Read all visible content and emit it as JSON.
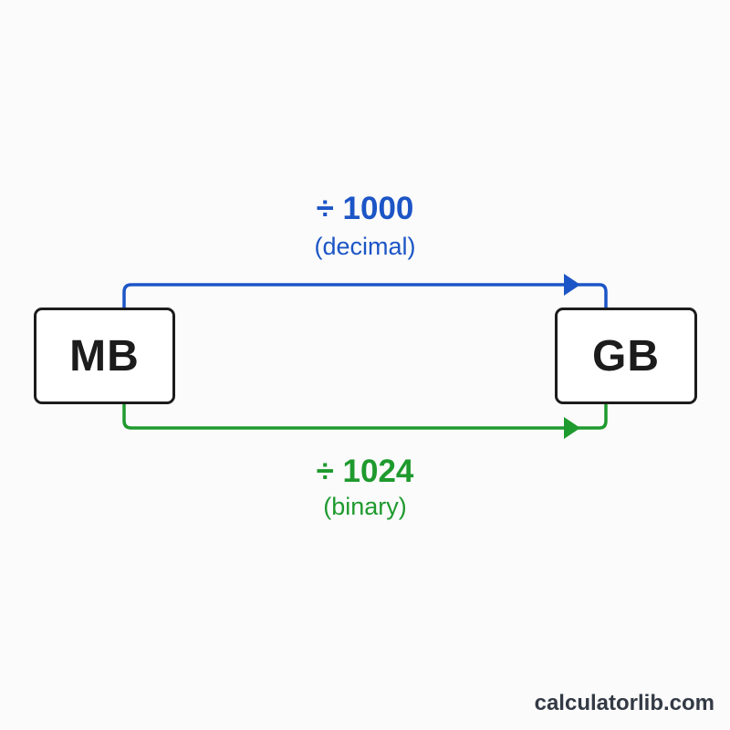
{
  "source_unit": "MB",
  "target_unit": "GB",
  "decimal_path": {
    "operation": "÷ 1000",
    "label": "(decimal)",
    "color": "#1c55c6"
  },
  "binary_path": {
    "operation": "÷ 1024",
    "label": "(binary)",
    "color": "#1f9a2e"
  },
  "box_border_color": "#1c1c1c",
  "footer": "calculatorlib.com"
}
